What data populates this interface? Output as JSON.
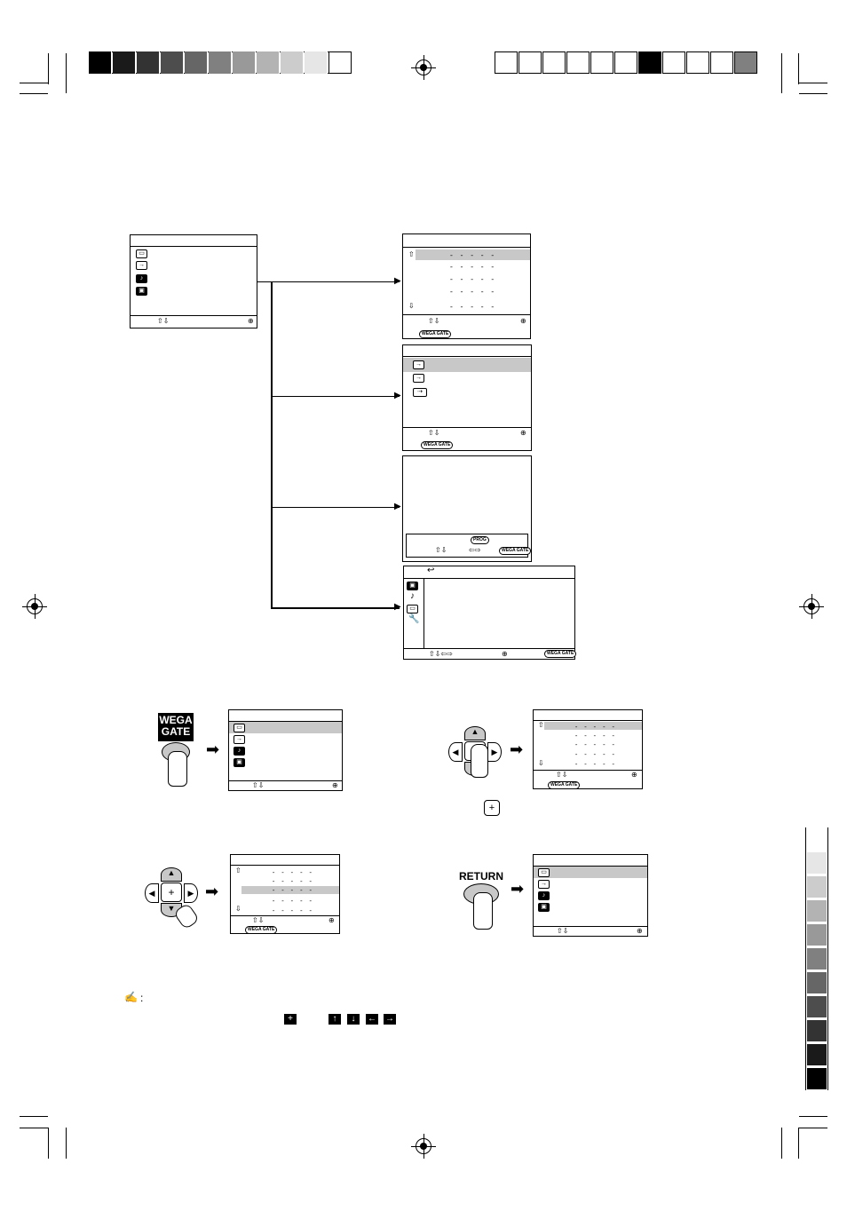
{
  "colors": {
    "top_left_swatches": [
      "#000000",
      "#1a1a1a",
      "#333333",
      "#4d4d4d",
      "#666666",
      "#808080",
      "#999999",
      "#b3b3b3",
      "#cccccc",
      "#e6e6e6",
      "#ffffff"
    ],
    "top_right_swatches": [
      "#ffffff",
      "#ffffff",
      "#ffffff",
      "#ffffff",
      "#ffffff",
      "#ffffff",
      "#000000",
      "#ffffff",
      "#ffffff",
      "#ffffff",
      "#808080"
    ],
    "side_swatches": [
      "#ffffff",
      "#e6e6e6",
      "#cccccc",
      "#b3b3b3",
      "#999999",
      "#808080",
      "#666666",
      "#4d4d4d",
      "#333333",
      "#1a1a1a",
      "#000000"
    ],
    "highlight": "#c8c8c8"
  },
  "dash_text": "- - - - -",
  "pills": {
    "wega_gate": "WEGA GATE",
    "prog": "PROG"
  },
  "buttons": {
    "wega_gate_line1": "WEGA",
    "wega_gate_line2": "GATE",
    "return": "RETURN"
  },
  "note": {
    "colon": ":"
  },
  "icons": {
    "tv": "tv-icon",
    "input": "input-icon",
    "music": "music-note-icon",
    "toolbox": "toolbox-icon",
    "up": "up-arrow-icon",
    "down": "down-arrow-icon",
    "left": "left-arrow-icon",
    "right": "right-arrow-icon",
    "ok": "ok-center-icon",
    "wrench": "wrench-icon",
    "return": "return-arrow-icon"
  }
}
